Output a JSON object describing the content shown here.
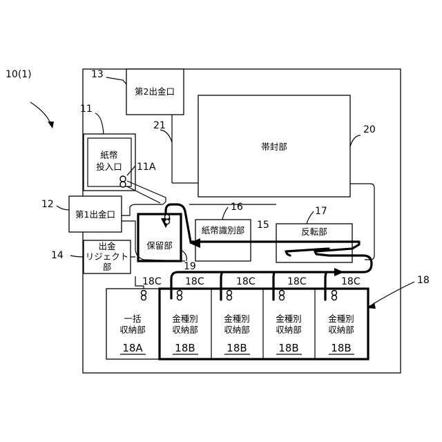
{
  "labels": {
    "device_ref": "10(1)",
    "ref_11": "11",
    "ref_11a": "11A",
    "ref_12": "12",
    "ref_13": "13",
    "ref_14": "14",
    "ref_15": "15",
    "ref_16": "16",
    "ref_17": "17",
    "ref_18": "18",
    "ref_19": "19",
    "ref_20": "20",
    "ref_21": "21",
    "ref_18c": "18C"
  },
  "units": {
    "note_inlet": [
      "紙幣",
      "投入口"
    ],
    "first_outlet": "第1出金口",
    "second_outlet": "第2出金口",
    "reject": [
      "出金",
      "リジェクト",
      "部"
    ],
    "hold": "保留部",
    "recognition": "紙幣識別部",
    "reversal": "反転部",
    "banding": "帯封部",
    "bulk_storage": {
      "lines": [
        "一括",
        "収納部"
      ],
      "code": "18A"
    },
    "denom_storage": [
      {
        "lines": [
          "金種別",
          "収納部"
        ],
        "code": "18B"
      },
      {
        "lines": [
          "金種別",
          "収納部"
        ],
        "code": "18B"
      },
      {
        "lines": [
          "金種別",
          "収納部"
        ],
        "code": "18B"
      },
      {
        "lines": [
          "金種別",
          "収納部"
        ],
        "code": "18B"
      }
    ]
  },
  "colors": {
    "line": "#000000",
    "background": "#ffffff"
  }
}
